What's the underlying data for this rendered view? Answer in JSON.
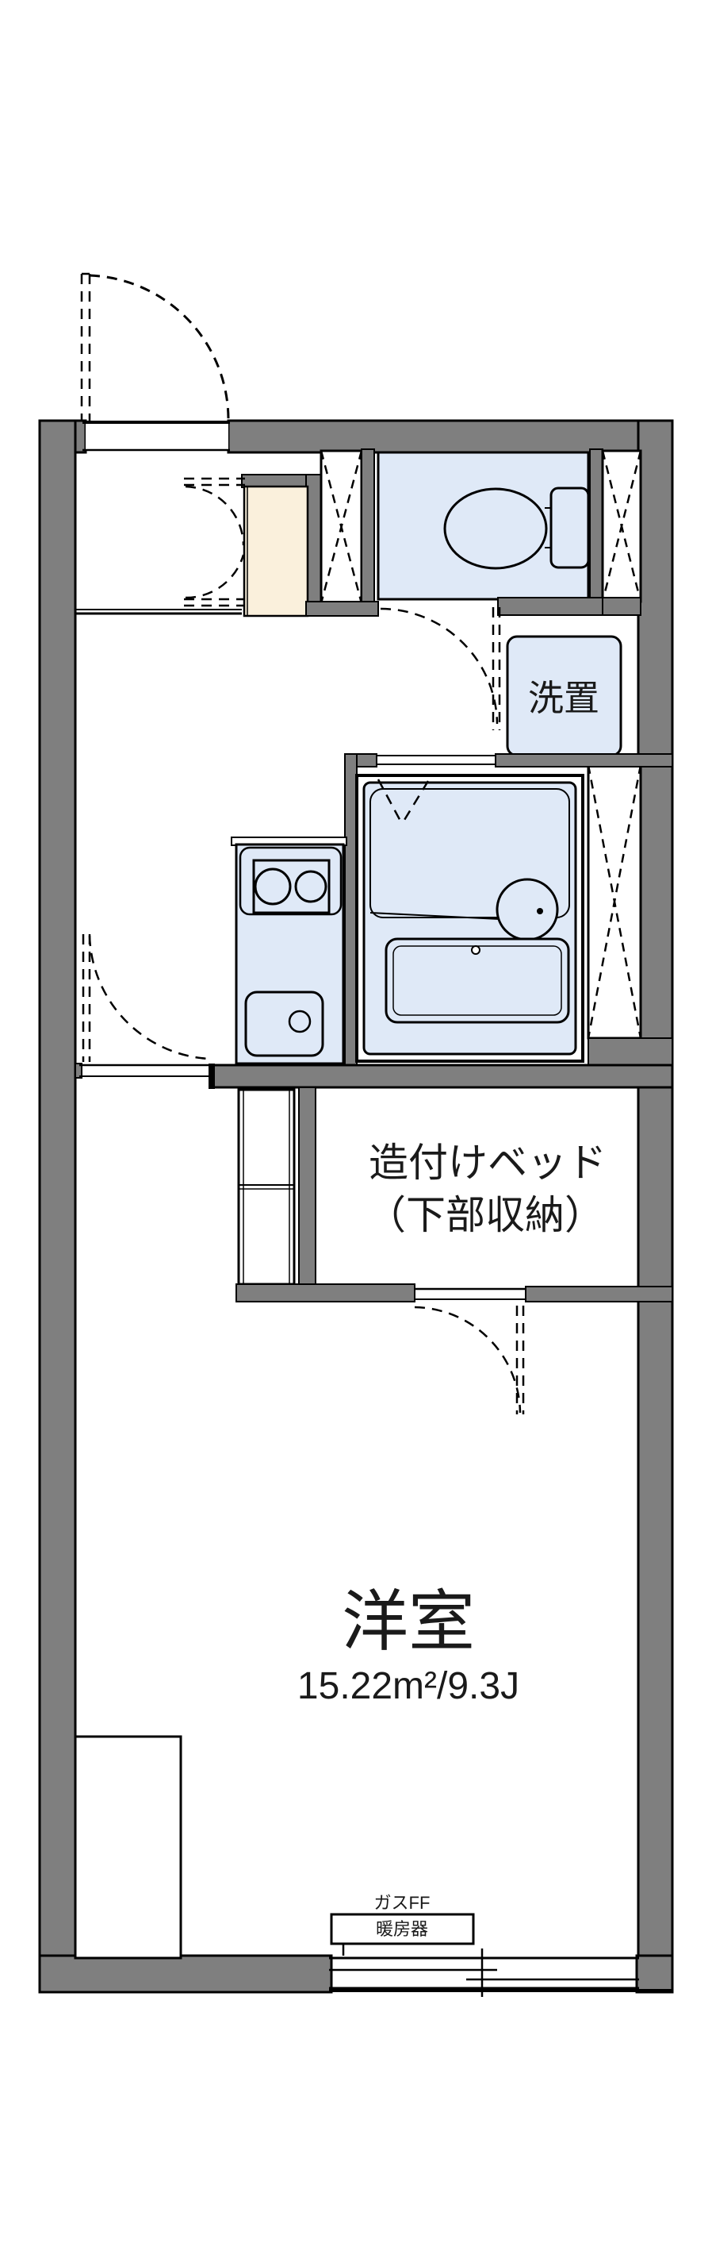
{
  "title": "apartment-floor-plan",
  "colors": {
    "wall_gray": "#7f7f7f",
    "floor_blue": "#dfe9f7",
    "closet_cream": "#faf0dc",
    "line_black": "#000000",
    "background": "#ffffff"
  },
  "labels": {
    "washer_space": "洗置",
    "bed_line1": "造付けベッド",
    "bed_line2": "（下部収納）",
    "room_name": "洋室",
    "room_area": "15.22m²/9.3J",
    "heater_caption": "ガスFF",
    "heater_box": "暖房器"
  }
}
